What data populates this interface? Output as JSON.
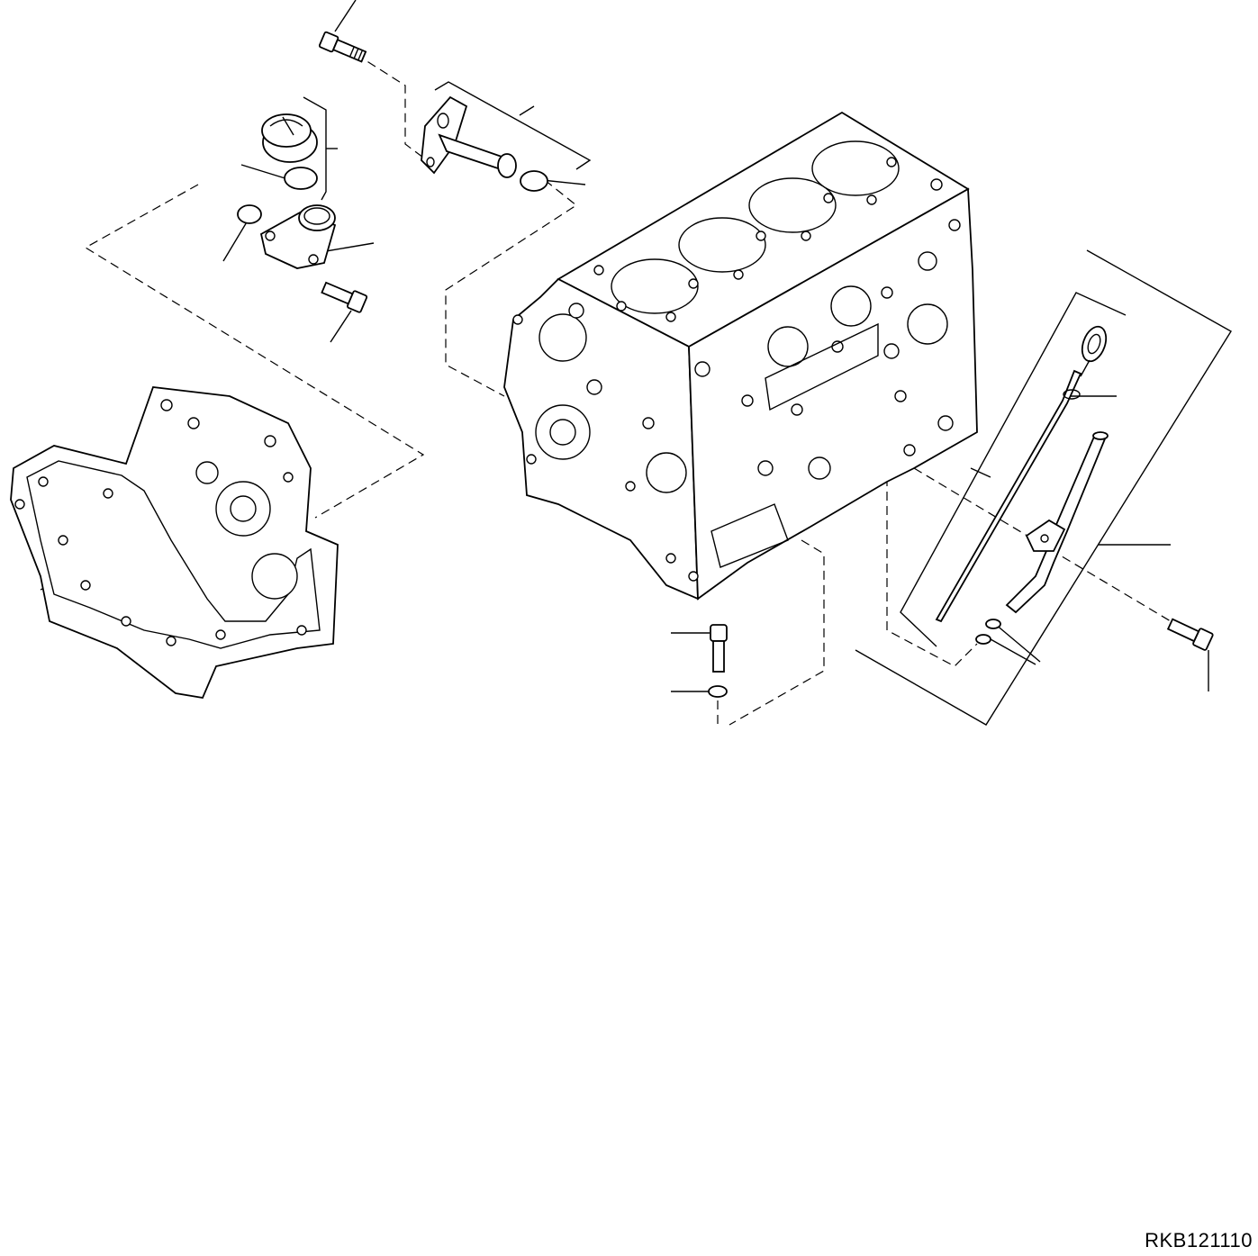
{
  "figure": {
    "code": "RKB121110"
  },
  "parts": [
    {
      "name": "flange-bolt-top"
    },
    {
      "name": "oil-filler-cap"
    },
    {
      "name": "cap-o-ring"
    },
    {
      "name": "filler-neck"
    },
    {
      "name": "neck-o-ring"
    },
    {
      "name": "neck-bolt"
    },
    {
      "name": "breather-pipe"
    },
    {
      "name": "pipe-o-ring"
    },
    {
      "name": "front-gear-case"
    },
    {
      "name": "cylinder-block"
    },
    {
      "name": "plug-bolt"
    },
    {
      "name": "plug-washer"
    },
    {
      "name": "dipstick"
    },
    {
      "name": "dipstick-guide"
    },
    {
      "name": "guide-o-rings"
    },
    {
      "name": "guide-bolt"
    }
  ]
}
